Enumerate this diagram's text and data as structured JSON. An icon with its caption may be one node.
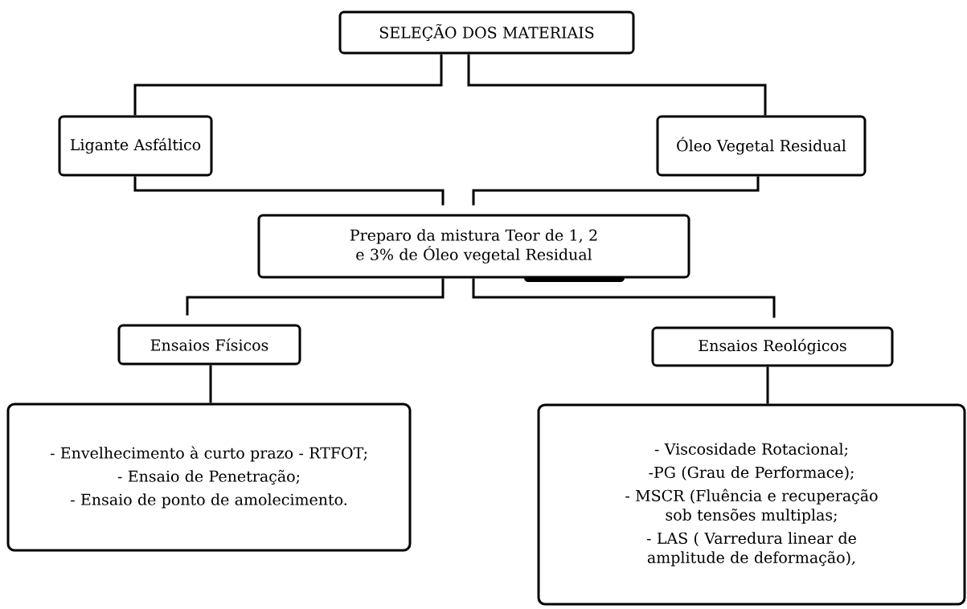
{
  "diagram": {
    "nodes": [
      {
        "text": [
          "SELEÇÃO DOS MATERIAIS"
        ]
      },
      {
        "text": [
          "Ligante Asfáltico"
        ]
      },
      {
        "text": [
          "Óleo Vegetal Residual"
        ]
      },
      {
        "text": [
          "Preparo da mistura Teor de 1, 2 e 3% de Óleo vegetal Residual"
        ]
      },
      {
        "text": [
          "Ensaios Físicos"
        ]
      },
      {
        "text": [
          "- Envelhecimento à curto prazo - RTFOT;",
          "- Ensaio de Penetração;",
          "- Ensaio de ponto de amolecimento."
        ]
      },
      {
        "text": [
          "Ensaios Reológicos"
        ]
      },
      {
        "text": [
          "- Viscosidade Rotacional;",
          "-PG (Grau de Performace);",
          "- MSCR (Fluência e recuperação sob tensões multiplas;",
          "- LAS ( Varredura linear de amplitude de deformação),"
        ]
      }
    ],
    "edges": [
      {
        "from": 0,
        "to": 1,
        "arrow": "none"
      },
      {
        "from": 0,
        "to": 2,
        "arrow": "none"
      },
      {
        "from": 1,
        "to": 3,
        "arrow": "none"
      },
      {
        "from": 2,
        "to": 3,
        "arrow": "none"
      },
      {
        "from": 3,
        "to": 4,
        "arrow": "none"
      },
      {
        "from": 3,
        "to": 6,
        "arrow": "none"
      },
      {
        "from": 4,
        "to": 5,
        "arrow": "none"
      },
      {
        "from": 6,
        "to": 7,
        "arrow": "none"
      }
    ]
  }
}
